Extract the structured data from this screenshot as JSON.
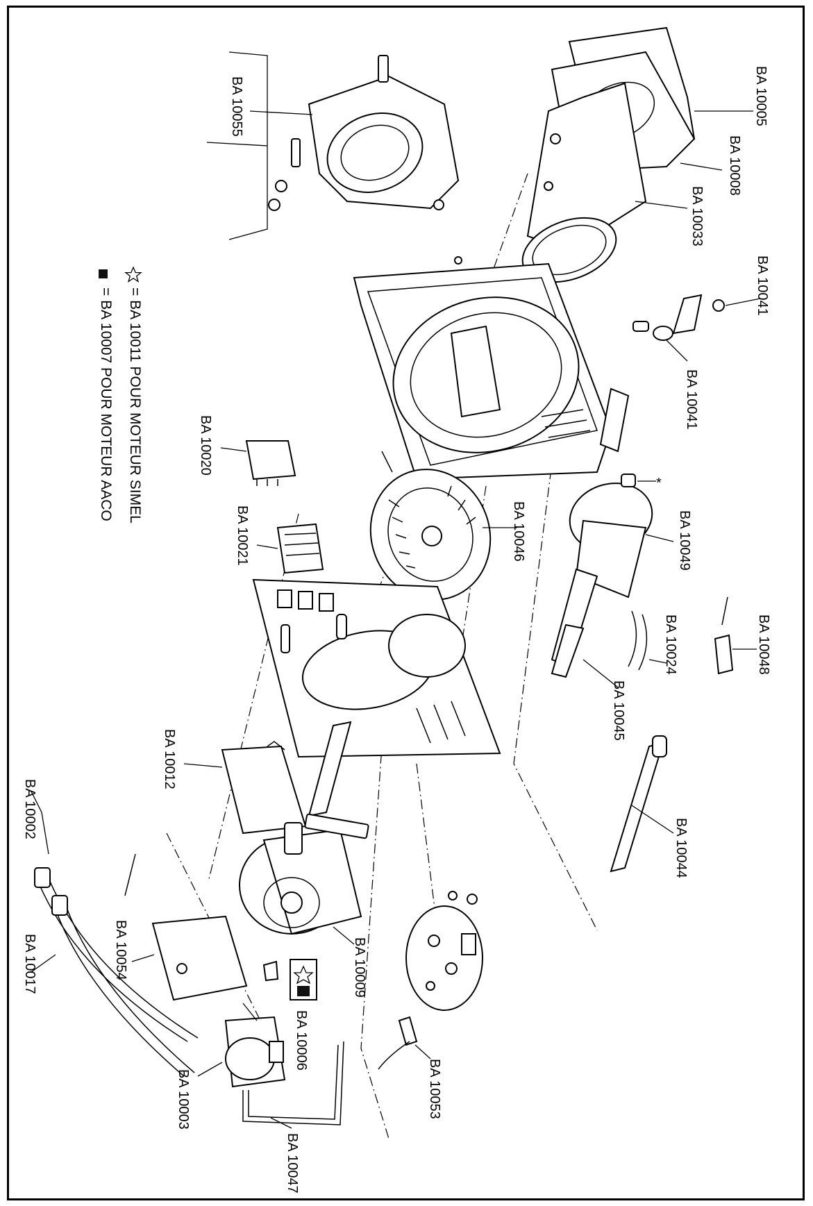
{
  "part_labels": [
    "BA 10055",
    "BA 10005",
    "BA 10008",
    "BA 10033",
    "BA 10041",
    "BA 10041",
    "BA 10020",
    "BA 10021",
    "BA 10046",
    "BA 10049",
    "BA 10024",
    "BA 10048",
    "BA 10045",
    "BA 10044",
    "BA 10012",
    "BA 10002",
    "BA 10017",
    "BA 10054",
    "BA 10009",
    "BA 10006",
    "BA 10003",
    "BA 10047",
    "BA 10053"
  ],
  "legend": {
    "star_line": "= BA 10011 POUR MOTEUR SIMEL",
    "square_line": "= BA 10007 POUR MOTEUR AACO",
    "asterisk": "*"
  }
}
